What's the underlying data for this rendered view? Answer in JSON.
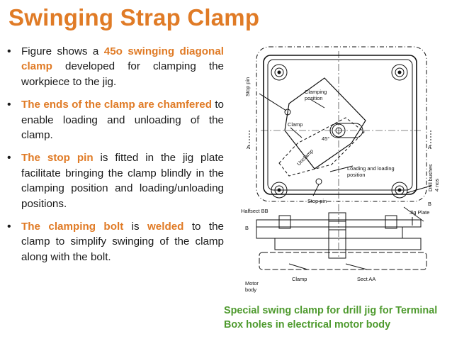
{
  "title": "Swinging Strap Clamp",
  "bullets": [
    {
      "parts": [
        {
          "text": "Figure shows a ",
          "hl": false
        },
        {
          "text": "45o swinging diagonal clamp",
          "hl": true
        },
        {
          "text": " developed for clamping the workpiece to the jig.",
          "hl": false
        }
      ]
    },
    {
      "parts": [
        {
          "text": "The ends of the clamp are chamfered",
          "hl": true
        },
        {
          "text": " to enable loading and unloading of the clamp.",
          "hl": false
        }
      ]
    },
    {
      "parts": [
        {
          "text": "The stop pin",
          "hl": true
        },
        {
          "text": " is fitted in the jig plate facilitate bringing the clamp blindly in the clamping position and loading/unloading positions.",
          "hl": false
        }
      ]
    },
    {
      "parts": [
        {
          "text": "The clamping bolt",
          "hl": true
        },
        {
          "text": " is ",
          "hl": false
        },
        {
          "text": "welded",
          "hl": true
        },
        {
          "text": " to the clamp to simplify swinging of the clamp along with the bolt.",
          "hl": false
        }
      ]
    }
  ],
  "figure_labels": {
    "stop_pin_top": "Stop pin",
    "clamping_position": "Clamping position",
    "clamp_top": "Clamp",
    "angle": "45°",
    "unclamp": "Unclamp",
    "loading_position": "Loading and loading position",
    "stop_pin_bottom": "Stop pin",
    "section_a_left": "A",
    "section_a_right": "A",
    "drill_bushes": "Drill bushes 4 nos",
    "section_b_right": "B",
    "halfsect": "Halfsect BB",
    "jig_plate": "Jig Plate",
    "section_b_left": "B",
    "motor_body": "Motor body",
    "clamp_bottom": "Clamp",
    "sect_aa": "Sect AA"
  },
  "caption": "Special swing clamp for drill jig for Terminal Box holes in electrical motor body",
  "colors": {
    "accent": "#E07B26",
    "caption": "#4E9A2E",
    "text": "#1a1a1a"
  }
}
